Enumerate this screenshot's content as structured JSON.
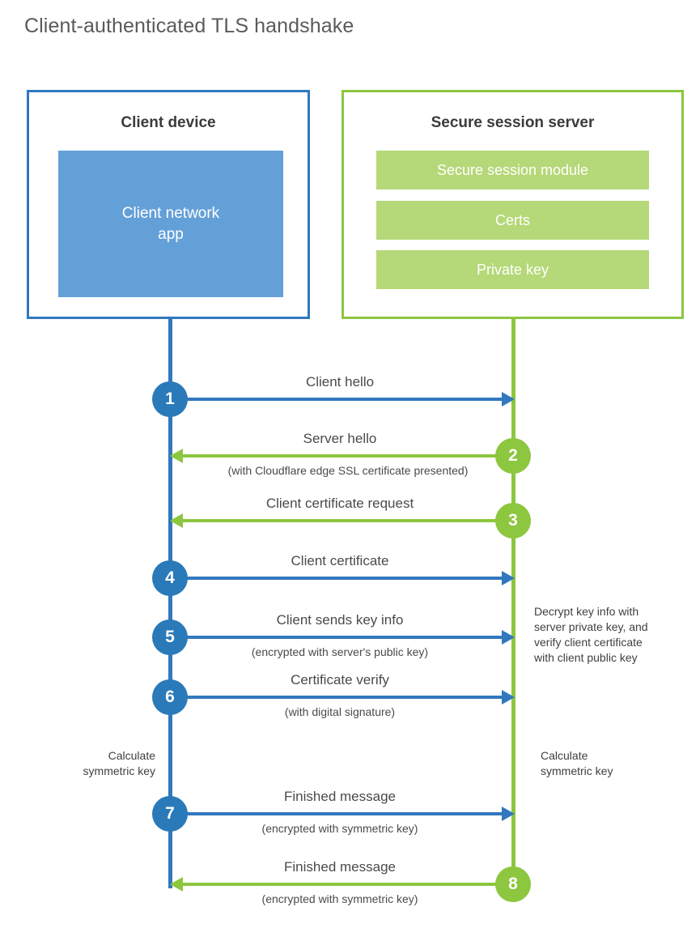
{
  "title": "Client-authenticated TLS handshake",
  "colors": {
    "blue_border": "#3178be",
    "blue_fill": "#63a0d8",
    "blue_circle": "#2a7ab9",
    "green_border": "#8dc63f",
    "green_fill": "#b5d878",
    "green_circle": "#8dc63f",
    "title_text": "#5a5a5a",
    "body_text": "#4a4a4a"
  },
  "actors": {
    "client": {
      "title": "Client device",
      "app_label": "Client network\napp",
      "app_label_line1": "Client network",
      "app_label_line2": "app"
    },
    "server": {
      "title": "Secure session server",
      "modules": [
        "Secure session module",
        "Certs",
        "Private key"
      ]
    }
  },
  "notes": {
    "decrypt_line1": "Decrypt key info with",
    "decrypt_line2": "server private key, and",
    "decrypt_line3": "verify client certificate",
    "decrypt_line4": "with client public key",
    "calc_client_line1": "Calculate",
    "calc_client_line2": "symmetric key",
    "calc_server_line1": "Calculate",
    "calc_server_line2": "symmetric key"
  },
  "chart_data": {
    "type": "sequence-diagram",
    "title": "Client-authenticated TLS handshake",
    "participants": [
      "Client device",
      "Secure session server"
    ],
    "steps": [
      {
        "num": "1",
        "label": "Client hello",
        "sublabel": "",
        "direction": "client-to-server",
        "color": "#3178be"
      },
      {
        "num": "2",
        "label": "Server hello",
        "sublabel": "(with Cloudflare edge SSL certificate presented)",
        "direction": "server-to-client",
        "color": "#8dc63f"
      },
      {
        "num": "3",
        "label": "Client certificate request",
        "sublabel": "",
        "direction": "server-to-client",
        "color": "#8dc63f"
      },
      {
        "num": "4",
        "label": "Client certificate",
        "sublabel": "",
        "direction": "client-to-server",
        "color": "#3178be"
      },
      {
        "num": "5",
        "label": "Client sends key info",
        "sublabel": "(encrypted with server's public key)",
        "direction": "client-to-server",
        "color": "#3178be"
      },
      {
        "num": "6",
        "label": "Certificate verify",
        "sublabel": "(with digital signature)",
        "direction": "client-to-server",
        "color": "#3178be"
      },
      {
        "num": "7",
        "label": "Finished message",
        "sublabel": "(encrypted with symmetric key)",
        "direction": "client-to-server",
        "color": "#3178be"
      },
      {
        "num": "8",
        "label": "Finished message",
        "sublabel": "(encrypted with symmetric key)",
        "direction": "server-to-client",
        "color": "#8dc63f"
      }
    ]
  },
  "steps": {
    "s1": {
      "num": "1",
      "label": "Client hello",
      "sublabel": ""
    },
    "s2": {
      "num": "2",
      "label": "Server hello",
      "sublabel": "(with Cloudflare edge SSL certificate presented)"
    },
    "s3": {
      "num": "3",
      "label": "Client certificate request",
      "sublabel": ""
    },
    "s4": {
      "num": "4",
      "label": "Client certificate",
      "sublabel": ""
    },
    "s5": {
      "num": "5",
      "label": "Client sends key info",
      "sublabel": "(encrypted with server's public key)"
    },
    "s6": {
      "num": "6",
      "label": "Certificate verify",
      "sublabel": "(with digital signature)"
    },
    "s7": {
      "num": "7",
      "label": "Finished message",
      "sublabel": "(encrypted with symmetric key)"
    },
    "s8": {
      "num": "8",
      "label": "Finished message",
      "sublabel": "(encrypted with symmetric key)"
    }
  }
}
